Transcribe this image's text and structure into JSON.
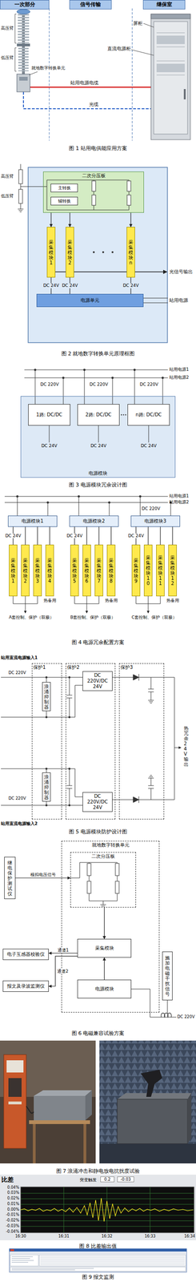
{
  "diagram": {
    "nodes": [
      {
        "text": [
          "一次部分"
        ]
      },
      {
        "text": [
          "信号传输"
        ]
      },
      {
        "text": [
          "继保室"
        ]
      },
      {
        "text": [
          "二次分压板"
        ]
      },
      {
        "text": [
          "主转换"
        ],
        "in": 3
      },
      {
        "text": [
          "辅转换"
        ],
        "in": 3
      },
      {
        "text": [
          "采集模块1"
        ]
      },
      {
        "text": [
          "采集模块2"
        ]
      },
      {
        "text": [
          "采集模块n"
        ]
      },
      {
        "text": [
          "电源单元"
        ]
      },
      {
        "text": [
          "电源模块"
        ]
      },
      {
        "text": [
          "1路: DC/DC"
        ],
        "in": 10
      },
      {
        "text": [
          "2路: DC/DC"
        ],
        "in": 10
      },
      {
        "text": [
          "n路: DC/DC"
        ],
        "in": 10
      },
      {
        "text": [
          "电源模块1"
        ]
      },
      {
        "text": [
          "电源模块2"
        ]
      },
      {
        "text": [
          "电源模块3"
        ]
      },
      {
        "text": [
          "采集模块1"
        ]
      },
      {
        "text": [
          "采集模块2"
        ]
      },
      {
        "text": [
          "采集模块3"
        ]
      },
      {
        "text": [
          "采集模块4"
        ]
      },
      {
        "text": [
          "采集模块5"
        ]
      },
      {
        "text": [
          "采集模块6"
        ]
      },
      {
        "text": [
          "采集模块7"
        ]
      },
      {
        "text": [
          "采集模块8"
        ]
      },
      {
        "text": [
          "采集模块9"
        ]
      },
      {
        "text": [
          "采集模块10"
        ]
      },
      {
        "text": [
          "采集模块11"
        ]
      },
      {
        "text": [
          "采集模块12"
        ]
      },
      {
        "text": [
          "保护1"
        ]
      },
      {
        "text": [
          "浪涌抑制器"
        ],
        "in": 29
      },
      {
        "text": [
          "浪涌抑制器"
        ],
        "in": 29
      },
      {
        "text": [
          "保护2"
        ]
      },
      {
        "text": [
          "DC 220V/DC 24V"
        ],
        "in": 32
      },
      {
        "text": [
          "DC 220V/DC 24V"
        ],
        "in": 32
      },
      {
        "text": [
          "保护3"
        ]
      },
      {
        "text": [
          "继电保护测试仪"
        ]
      },
      {
        "text": [
          "就地数字转换单元"
        ]
      },
      {
        "text": [
          "二次分压板"
        ],
        "in": 37
      },
      {
        "text": [
          "采集模块"
        ],
        "in": 37
      },
      {
        "text": [
          "电源模块"
        ],
        "in": 37
      },
      {
        "text": [
          "电子互感器校验仪"
        ]
      },
      {
        "text": [
          "报文及录波监测仪"
        ]
      },
      {
        "text": [
          "施加电磁干扰信号"
        ]
      }
    ],
    "edges": [
      {
        "from": 3,
        "to": 6,
        "arrow": "to"
      },
      {
        "from": 3,
        "to": 7,
        "arrow": "to"
      },
      {
        "from": 3,
        "to": 8,
        "arrow": "to"
      },
      {
        "from": 9,
        "to": 6,
        "label": "DC 24V",
        "arrow": "none"
      },
      {
        "from": 9,
        "to": 7,
        "label": "DC 24V",
        "arrow": "none"
      },
      {
        "from": 9,
        "to": 8,
        "label": "DC 24V",
        "arrow": "none"
      },
      {
        "from": 14,
        "to": 17,
        "label": "DC 24V",
        "arrow": "none"
      },
      {
        "from": 14,
        "to": 18,
        "arrow": "none"
      },
      {
        "from": 14,
        "to": 19,
        "arrow": "none"
      },
      {
        "from": 14,
        "to": 20,
        "arrow": "none"
      },
      {
        "from": 15,
        "to": 21,
        "label": "DC 24V",
        "arrow": "none"
      },
      {
        "from": 15,
        "to": 22,
        "arrow": "none"
      },
      {
        "from": 15,
        "to": 23,
        "arrow": "none"
      },
      {
        "from": 15,
        "to": 24,
        "arrow": "none"
      },
      {
        "from": 16,
        "to": 25,
        "label": "DC 24V",
        "arrow": "none"
      },
      {
        "from": 16,
        "to": 26,
        "arrow": "none"
      },
      {
        "from": 16,
        "to": 27,
        "arrow": "none"
      },
      {
        "from": 16,
        "to": 28,
        "arrow": "none"
      },
      {
        "from": 36,
        "to": 38,
        "label": "模拟电压信号",
        "arrow": "to"
      },
      {
        "from": 38,
        "to": 39,
        "arrow": "to"
      },
      {
        "from": 39,
        "to": 41,
        "label": "通道1",
        "arrow": "to"
      },
      {
        "from": 39,
        "to": 42,
        "label": "通道2",
        "arrow": "to"
      },
      {
        "from": 40,
        "to": 39,
        "arrow": "to"
      }
    ],
    "labels": [
      "高压臂",
      "低压臂",
      "就地数字转换单元",
      "屏柜",
      "直流电源柜",
      "站用电源电缆",
      "光缆",
      "图 1 站用电供能应用方案",
      "高压臂",
      "低压臂",
      "光信号输出",
      "站用电源",
      "图 2 就地数字转换单元原理框图",
      "DC 220V",
      "DC 220V",
      "DC 220V",
      "站用电源1",
      "站用电源2",
      "DC 24V",
      "DC 24V",
      "DC 24V",
      "图 3 电源模块冗余设计图",
      "站用电源1",
      "站用电源2",
      "DC 220V",
      "热备用",
      "热备用",
      "热备用",
      "A套控制、保护（双极）",
      "B套控制、保护（双极）",
      "C套控制、保护（双极）",
      "图 4 电源冗余配置方案",
      "站用直流电源输入1",
      "DC 220V",
      "DC 220V",
      "站用直流电源输入2",
      "热冗余24V输出",
      "图 5 电源模块防护设计图",
      "DC 220V",
      "图 6 电磁兼容试验方案",
      "图 7 浪涌冲击和静电放电抗扰度试验",
      "比差",
      "突变触发",
      "0.2",
      "-0.03",
      "0.04%",
      "0.03%",
      "0.02%",
      "0.01%",
      "0.00%",
      "-0.01%",
      "-0.02%",
      "-0.03%",
      "-0.04%",
      "16:30",
      "16:31",
      "16:32",
      "16:33",
      "16:34",
      "图 8 比差输出值",
      "图 9 报文监测"
    ]
  }
}
